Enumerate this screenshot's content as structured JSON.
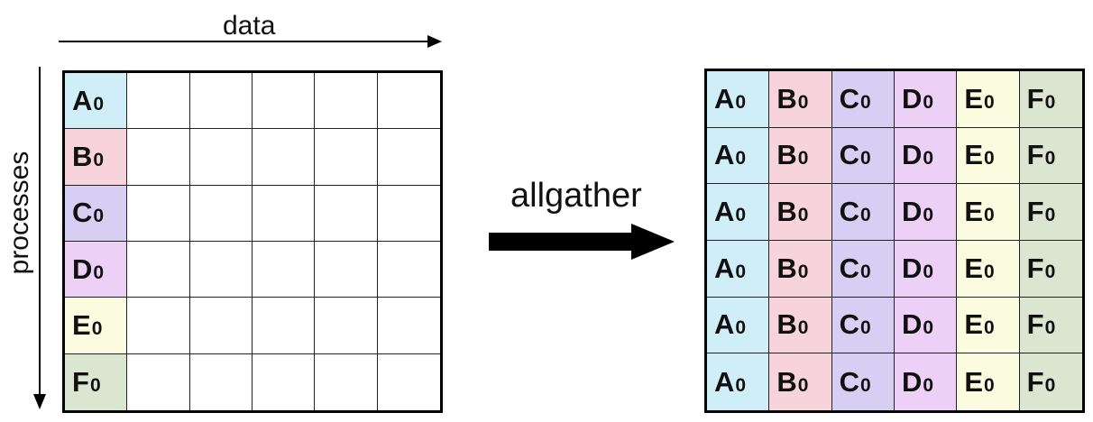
{
  "labels": {
    "data_axis": "data",
    "processes_axis": "processes",
    "operation": "allgather"
  },
  "blocks": [
    {
      "letter": "A",
      "index": "0",
      "color": "#cfeef8"
    },
    {
      "letter": "B",
      "index": "0",
      "color": "#f7d4dc"
    },
    {
      "letter": "C",
      "index": "0",
      "color": "#d6cff3"
    },
    {
      "letter": "D",
      "index": "0",
      "color": "#ecd0f5"
    },
    {
      "letter": "E",
      "index": "0",
      "color": "#fbfbdf"
    },
    {
      "letter": "F",
      "index": "0",
      "color": "#dbe6d0"
    }
  ]
}
